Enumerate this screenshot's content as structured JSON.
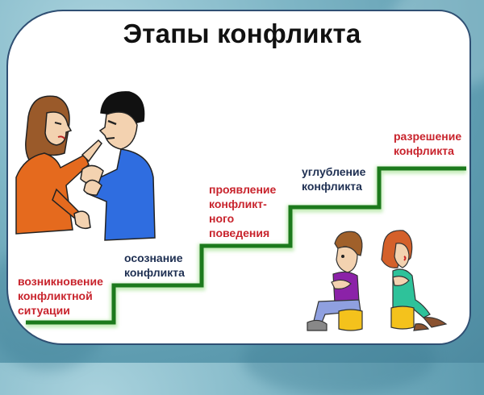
{
  "title": "Этапы конфликта",
  "colors": {
    "background": "#6fa9bb",
    "card_border": "#2f4f73",
    "stair_line": "#1c7a1c",
    "label_red": "#c8232c",
    "label_navy": "#1e2f52"
  },
  "stages": [
    {
      "lines": [
        "возникновение",
        "конфликтной",
        "ситуации"
      ],
      "color": "red"
    },
    {
      "lines": [
        "осознание",
        "конфликта"
      ],
      "color": "navy"
    },
    {
      "lines": [
        "проявление",
        "конфликт-",
        "ного",
        "поведения"
      ],
      "color": "red"
    },
    {
      "lines": [
        "углубление",
        "конфликта"
      ],
      "color": "navy"
    },
    {
      "lines": [
        "разрешение",
        "конфликта"
      ],
      "color": "red"
    }
  ],
  "illustrations": [
    {
      "name": "arguing-couple",
      "description": "woman in orange and man in blue arguing"
    },
    {
      "name": "sitting-couple",
      "description": "man and woman sitting apart on yellow stools, arms crossed"
    }
  ]
}
